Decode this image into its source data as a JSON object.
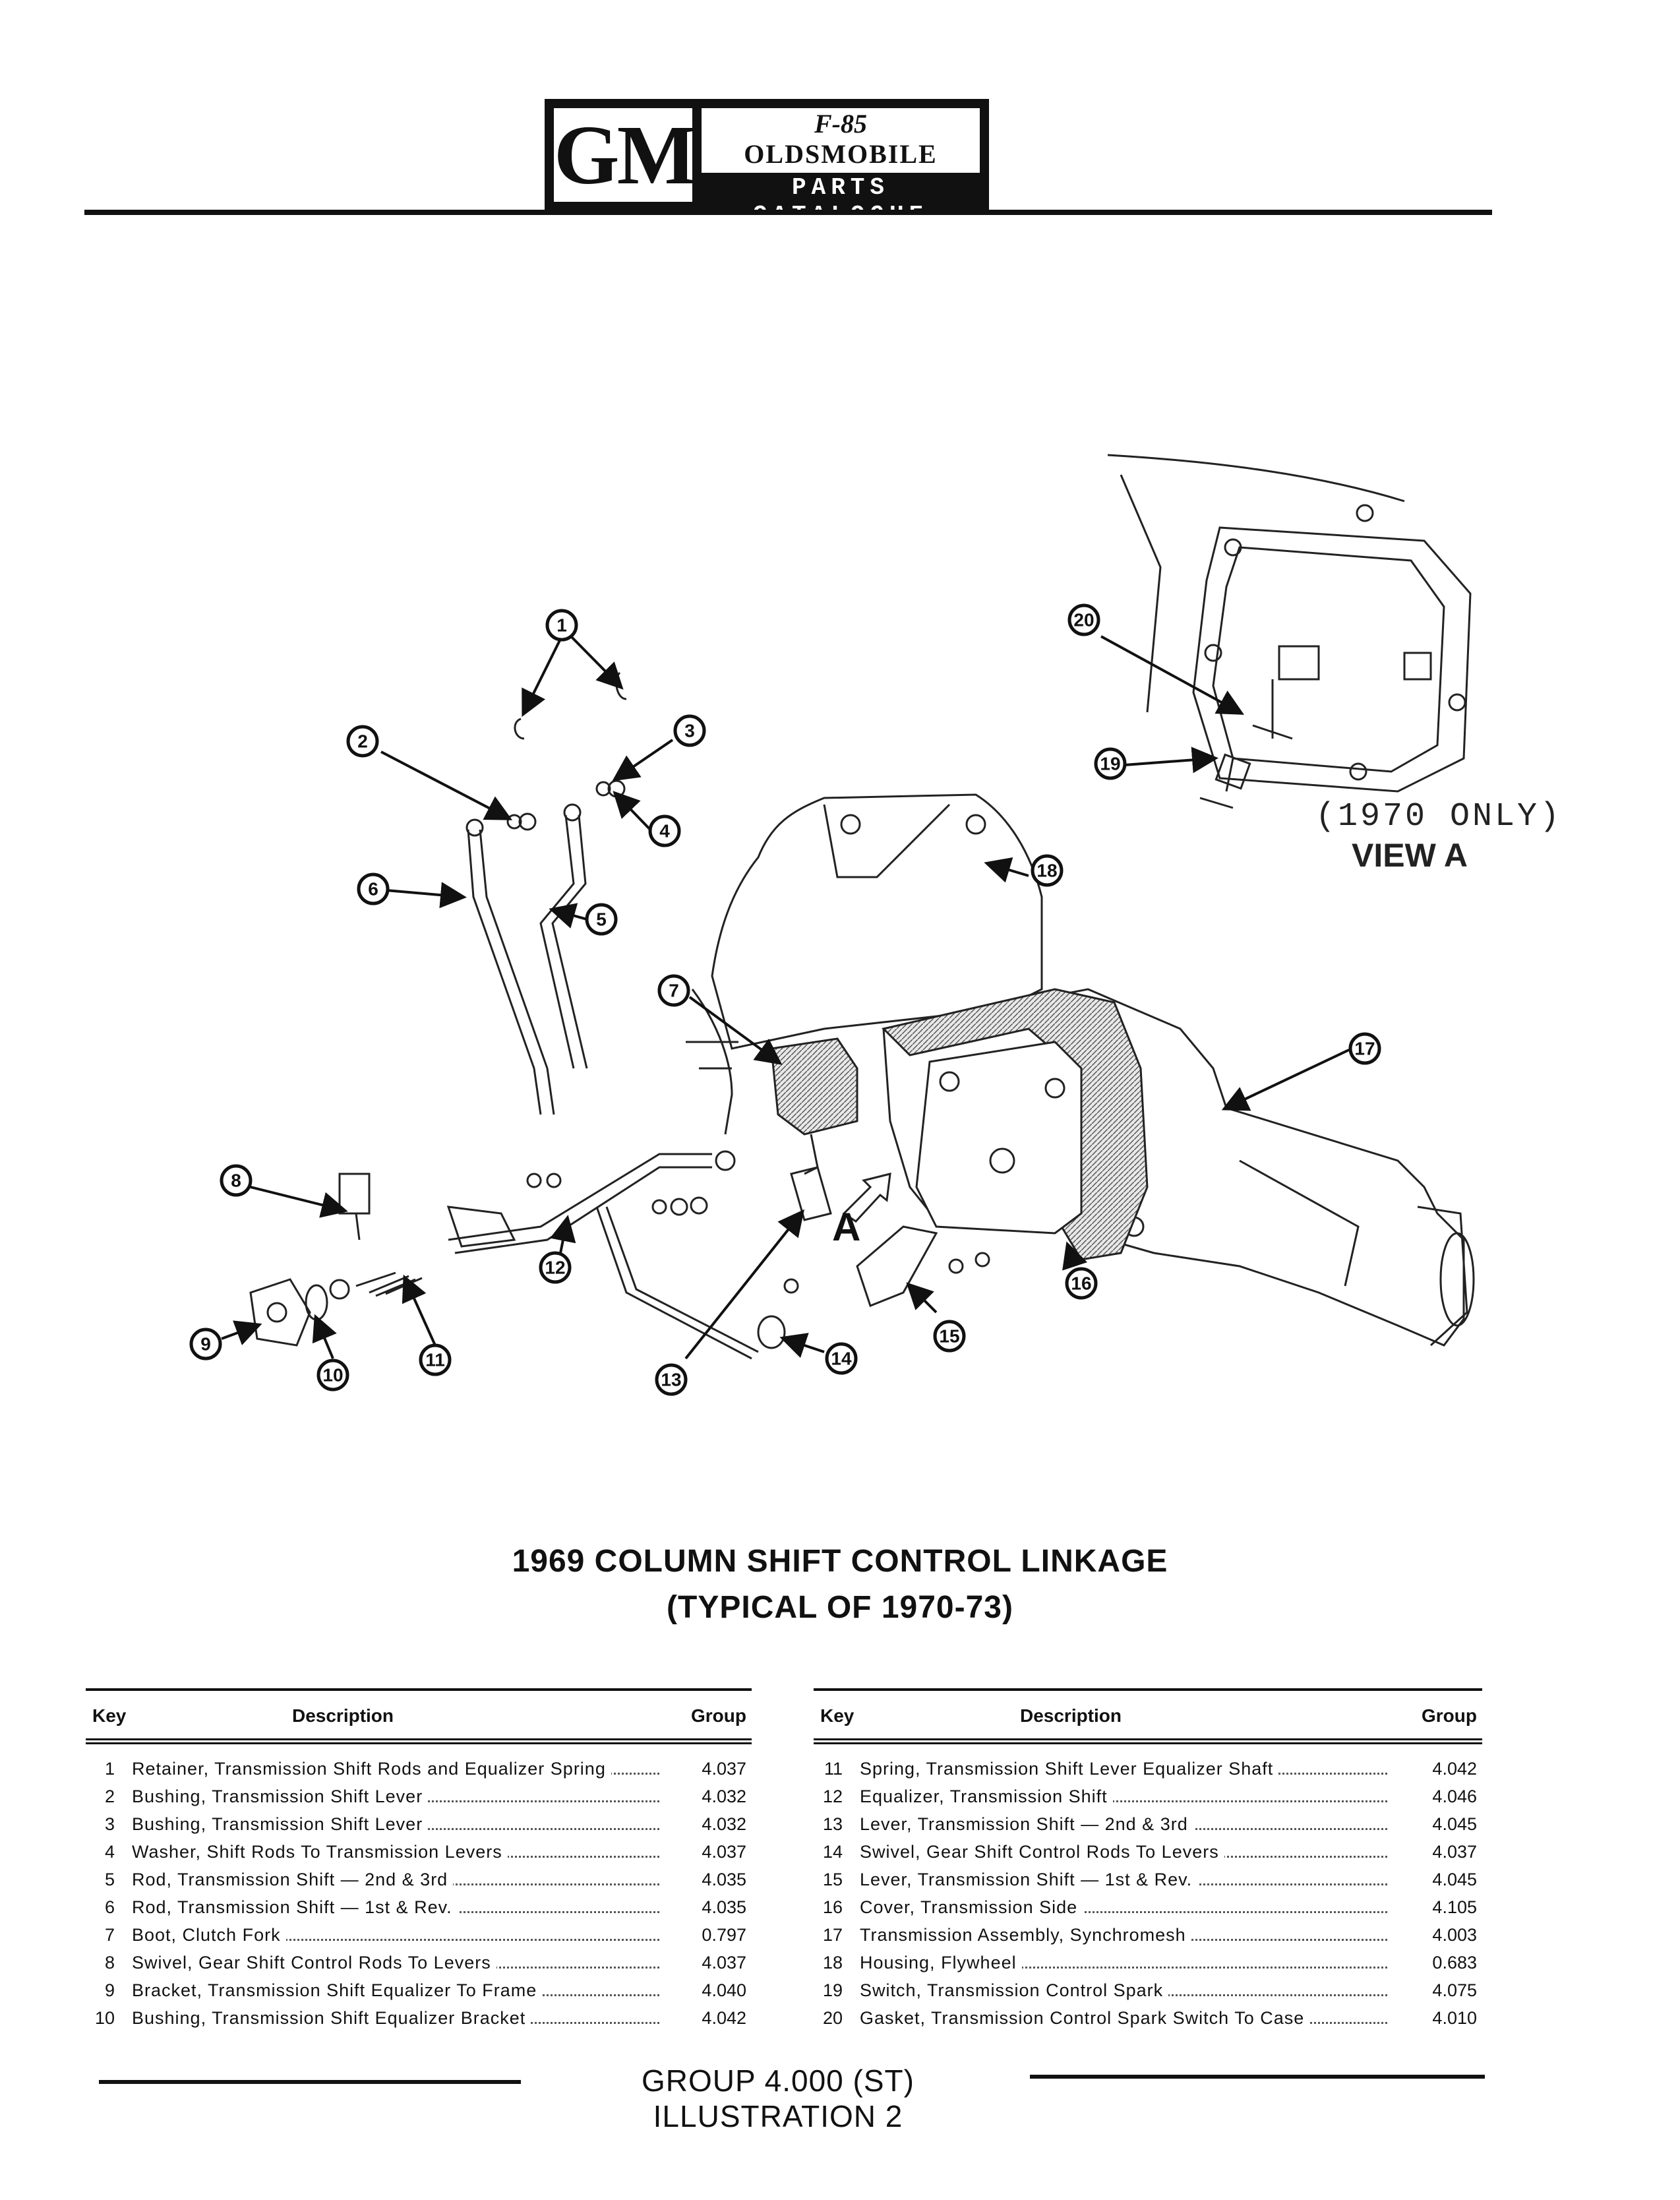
{
  "header": {
    "gm": "GM",
    "f85": "F-85",
    "brand": "OLDSMOBILE",
    "catalogue": "PARTS CATALOGUE"
  },
  "diagram": {
    "callouts": [
      "1",
      "2",
      "3",
      "4",
      "5",
      "6",
      "7",
      "8",
      "9",
      "10",
      "11",
      "12",
      "13",
      "14",
      "15",
      "16",
      "17",
      "18",
      "19",
      "20"
    ],
    "view_note": "(1970 ONLY)",
    "view_label": "VIEW A",
    "view_marker": "A"
  },
  "title": {
    "line1": "1969 COLUMN SHIFT CONTROL LINKAGE",
    "line2": "(TYPICAL OF 1970-73)"
  },
  "table": {
    "headers": {
      "key": "Key",
      "description": "Description",
      "group": "Group"
    },
    "left": [
      {
        "key": "1",
        "desc": "Retainer, Transmission Shift Rods and Equalizer Spring",
        "group": "4.037"
      },
      {
        "key": "2",
        "desc": "Bushing, Transmission Shift Lever",
        "group": "4.032"
      },
      {
        "key": "3",
        "desc": "Bushing, Transmission Shift Lever",
        "group": "4.032"
      },
      {
        "key": "4",
        "desc": "Washer, Shift Rods To Transmission Levers",
        "group": "4.037"
      },
      {
        "key": "5",
        "desc": "Rod, Transmission Shift — 2nd & 3rd",
        "group": "4.035"
      },
      {
        "key": "6",
        "desc": "Rod, Transmission Shift — 1st & Rev.",
        "group": "4.035"
      },
      {
        "key": "7",
        "desc": "Boot, Clutch Fork",
        "group": "0.797"
      },
      {
        "key": "8",
        "desc": "Swivel, Gear Shift Control Rods To Levers",
        "group": "4.037"
      },
      {
        "key": "9",
        "desc": "Bracket, Transmission Shift Equalizer To Frame",
        "group": "4.040"
      },
      {
        "key": "10",
        "desc": "Bushing, Transmission Shift Equalizer Bracket",
        "group": "4.042"
      }
    ],
    "right": [
      {
        "key": "11",
        "desc": "Spring, Transmission Shift Lever Equalizer Shaft",
        "group": "4.042"
      },
      {
        "key": "12",
        "desc": "Equalizer, Transmission Shift",
        "group": "4.046"
      },
      {
        "key": "13",
        "desc": "Lever, Transmission Shift — 2nd & 3rd",
        "group": "4.045"
      },
      {
        "key": "14",
        "desc": "Swivel, Gear Shift Control Rods To Levers",
        "group": "4.037"
      },
      {
        "key": "15",
        "desc": "Lever, Transmission Shift — 1st & Rev.",
        "group": "4.045"
      },
      {
        "key": "16",
        "desc": "Cover, Transmission Side",
        "group": "4.105"
      },
      {
        "key": "17",
        "desc": "Transmission Assembly, Synchromesh",
        "group": "4.003"
      },
      {
        "key": "18",
        "desc": "Housing, Flywheel",
        "group": "0.683"
      },
      {
        "key": "19",
        "desc": "Switch, Transmission Control Spark",
        "group": "4.075"
      },
      {
        "key": "20",
        "desc": "Gasket, Transmission Control Spark Switch To Case",
        "group": "4.010"
      }
    ]
  },
  "footer": {
    "text": "GROUP 4.000 (ST) ILLUSTRATION 2"
  }
}
